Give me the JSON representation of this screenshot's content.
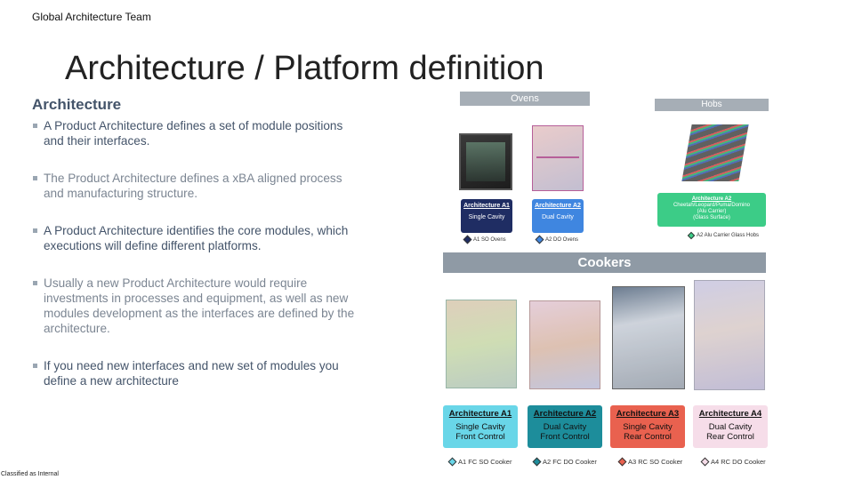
{
  "header": {
    "team": "Global Architecture Team",
    "title": "Architecture / Platform definition"
  },
  "left": {
    "heading": "Architecture",
    "bullets": [
      "A Product Architecture defines a set of module positions and their interfaces.",
      "The Product Architecture defines a xBA aligned process and manufacturing structure.",
      "A Product Architecture identifies the core modules, which executions will define different platforms.",
      "Usually a new Product Architecture would require investments in processes and equipment, as well as new modules development as the interfaces are defined by the architecture.",
      "If you need new interfaces and new set of modules you define a new architecture"
    ]
  },
  "footer": {
    "classification": "Classified as Internal"
  },
  "ovens": {
    "header": "Ovens",
    "cards": [
      {
        "name": "Architecture A1",
        "sub": "Single Cavity",
        "legend": "A1 SO Ovens",
        "color": "#1f2d63"
      },
      {
        "name": "Architecture A2",
        "sub": "Dual Cavity",
        "legend": "A2 DO Ovens",
        "color": "#3f86e0"
      }
    ]
  },
  "hobs": {
    "header": "Hobs",
    "card": {
      "name": "Architecture A2",
      "line1": "Cheetah/Leopard/Puma/Domino",
      "line2": "(Alu Carrier)",
      "line3": "(Glass Surface)",
      "legend": "A2 Alu Carrier Glass Hobs",
      "color": "#3ccc87"
    }
  },
  "cookers": {
    "header": "Cookers",
    "cards": [
      {
        "name": "Architecture A1",
        "l1": "Single Cavity",
        "l2": "Front Control",
        "legend": "A1 FC SO Cooker",
        "color": "#69d6e8"
      },
      {
        "name": "Architecture A2",
        "l1": "Dual Cavity",
        "l2": "Front Control",
        "legend": "A2 FC DO Cooker",
        "color": "#1d8d9b"
      },
      {
        "name": "Architecture A3",
        "l1": "Single Cavity",
        "l2": "Rear Control",
        "legend": "A3 RC SO Cooker",
        "color": "#e9614f"
      },
      {
        "name": "Architecture A4",
        "l1": "Dual Cavity",
        "l2": "Rear Control",
        "legend": "A4 RC DO Cooker",
        "color": "#f6dde9"
      }
    ]
  }
}
